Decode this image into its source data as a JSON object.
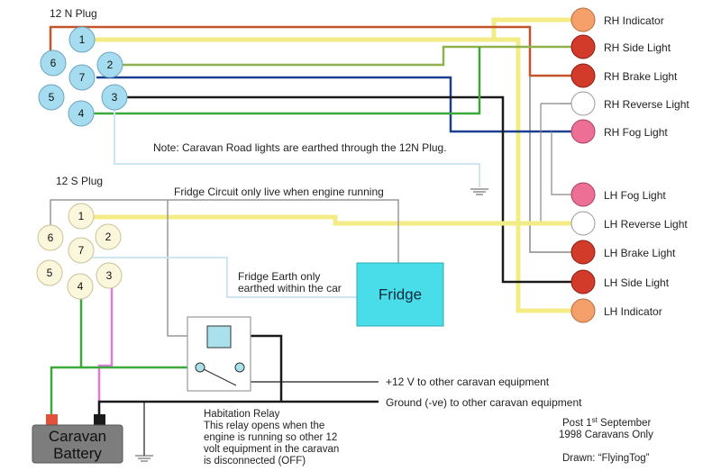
{
  "plug_12n": {
    "title": "12 N Plug",
    "pins": [
      "1",
      "2",
      "3",
      "4",
      "5",
      "6",
      "7"
    ]
  },
  "plug_12s": {
    "title": "12 S Plug",
    "pins": [
      "1",
      "2",
      "3",
      "4",
      "5",
      "6",
      "7"
    ]
  },
  "rh_lamps": [
    "RH Indicator",
    "RH Side Light",
    "RH Brake Light",
    "RH Reverse Light",
    "RH Fog Light"
  ],
  "lh_lamps": [
    "LH Fog Light",
    "LH Reverse Light",
    "LH Brake Light",
    "LH Side Light",
    "LH Indicator"
  ],
  "notes": {
    "road_lights": "Note: Caravan Road lights are earthed through the 12N Plug.",
    "fridge_circuit": "Fridge Circuit only live when engine running",
    "fridge_earth_1": "Fridge Earth only",
    "fridge_earth_2": "earthed within the car"
  },
  "fridge": {
    "label": "Fridge"
  },
  "battery": {
    "line1": "Caravan",
    "line2": "Battery"
  },
  "outputs": {
    "positive": "+12 V to other caravan equipment",
    "ground": "Ground (-ve) to other caravan equipment"
  },
  "relay": {
    "title": "Habitation Relay",
    "desc_1": "This relay opens when the",
    "desc_2": "engine is running so other 12",
    "desc_3": "volt equipment in the caravan",
    "desc_4": "is disconnected (OFF)"
  },
  "footer": {
    "post_prefix": "Post 1",
    "post_sup": "st",
    "post_suffix": " September",
    "caravans": "1998 Caravans Only",
    "drawn": "Drawn: “FlyingTog”"
  },
  "colors": {
    "yellow": "#f3ec86",
    "green": "#3aa83a",
    "brown": "#b5652a",
    "black": "#1a1a1a",
    "blue": "#1b3f8f",
    "red_wire": "#c62828",
    "pink": "#e07ad8",
    "grey": "#8a8a8a",
    "pin_blue": "#a6dcef",
    "pin_cream": "#fbf7dc",
    "lamp_orange": "#f5a06a",
    "lamp_red": "#d23a2a",
    "lamp_white": "#ffffff",
    "lamp_pink": "#ee6f96",
    "fridge": "#49dde9"
  }
}
